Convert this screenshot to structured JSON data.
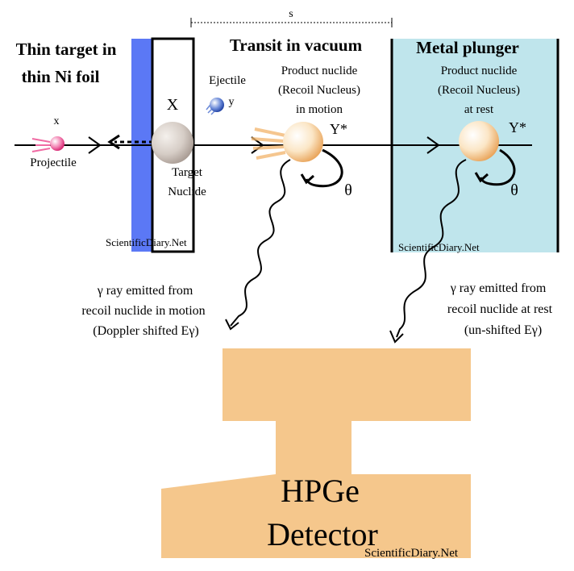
{
  "labels": {
    "left_title_1": "Thin target in",
    "left_title_2": "thin Ni foil",
    "mid_title": "Transit in vacuum",
    "right_title": "Metal plunger",
    "distance": "s",
    "projectile_symbol": "x",
    "projectile": "Projectile",
    "target_symbol": "X",
    "target_1": "Target",
    "target_2": "Nuclide",
    "ejectile": "Ejectile",
    "ejectile_symbol": "y",
    "moving_1": "Product nuclide",
    "moving_2": "(Recoil Nucleus)",
    "moving_3": "in motion",
    "moving_symbol": "Y*",
    "rest_1": "Product nuclide",
    "rest_2": "(Recoil Nucleus)",
    "rest_3": "at rest",
    "rest_symbol": "Y*",
    "theta": "θ",
    "gamma_moving_1": "γ ray emitted from",
    "gamma_moving_2": "recoil nuclide in motion",
    "gamma_moving_3": "(Doppler shifted Eγ)",
    "gamma_rest_1": "γ ray emitted from",
    "gamma_rest_2": "recoil nuclide at rest",
    "gamma_rest_3": "(un-shifted Eγ)",
    "detector_1": "HPGe",
    "detector_2": "Detector"
  },
  "watermarks": {
    "w1": "ScientificDiary.Net",
    "w2": "ScientificDiary.Net",
    "w3": "ScientificDiary.Net"
  },
  "colors": {
    "foil_blue": "#5b78f5",
    "plunger": "#bfe5ec",
    "detector": "#f5c78c"
  }
}
